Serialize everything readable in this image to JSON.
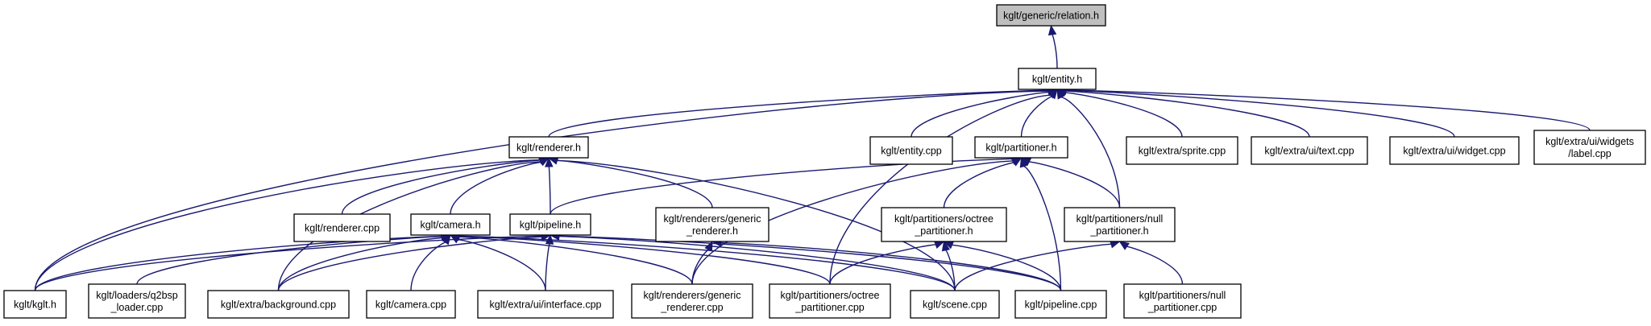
{
  "graph": {
    "edge_color": "#191970",
    "root_fill": "#bfbfbf",
    "nodes": [
      {
        "id": "relation",
        "label": [
          "kglt/generic/relation.h"
        ],
        "root": true
      },
      {
        "id": "entity",
        "label": [
          "kglt/entity.h"
        ]
      },
      {
        "id": "renderer",
        "label": [
          "kglt/renderer.h"
        ]
      },
      {
        "id": "entity_cpp",
        "label": [
          "kglt/entity.cpp"
        ]
      },
      {
        "id": "partitioner",
        "label": [
          "kglt/partitioner.h"
        ]
      },
      {
        "id": "sprite_cpp",
        "label": [
          "kglt/extra/sprite.cpp"
        ]
      },
      {
        "id": "text_cpp",
        "label": [
          "kglt/extra/ui/text.cpp"
        ]
      },
      {
        "id": "widget_cpp",
        "label": [
          "kglt/extra/ui/widget.cpp"
        ]
      },
      {
        "id": "label_cpp",
        "label": [
          "kglt/extra/ui/widgets",
          "/label.cpp"
        ]
      },
      {
        "id": "renderer_cpp",
        "label": [
          "kglt/renderer.cpp"
        ]
      },
      {
        "id": "camera",
        "label": [
          "kglt/camera.h"
        ]
      },
      {
        "id": "pipeline",
        "label": [
          "kglt/pipeline.h"
        ]
      },
      {
        "id": "generic_renderer_h",
        "label": [
          "kglt/renderers/generic",
          "_renderer.h"
        ]
      },
      {
        "id": "octree_h",
        "label": [
          "kglt/partitioners/octree",
          "_partitioner.h"
        ]
      },
      {
        "id": "null_h",
        "label": [
          "kglt/partitioners/null",
          "_partitioner.h"
        ]
      },
      {
        "id": "kglt_h",
        "label": [
          "kglt/kglt.h"
        ]
      },
      {
        "id": "q2bsp",
        "label": [
          "kglt/loaders/q2bsp",
          "_loader.cpp"
        ]
      },
      {
        "id": "background",
        "label": [
          "kglt/extra/background.cpp"
        ]
      },
      {
        "id": "camera_cpp",
        "label": [
          "kglt/camera.cpp"
        ]
      },
      {
        "id": "interface_cpp",
        "label": [
          "kglt/extra/ui/interface.cpp"
        ]
      },
      {
        "id": "generic_renderer_cpp",
        "label": [
          "kglt/renderers/generic",
          "_renderer.cpp"
        ]
      },
      {
        "id": "octree_cpp",
        "label": [
          "kglt/partitioners/octree",
          "_partitioner.cpp"
        ]
      },
      {
        "id": "scene_cpp",
        "label": [
          "kglt/scene.cpp"
        ]
      },
      {
        "id": "pipeline_cpp",
        "label": [
          "kglt/pipeline.cpp"
        ]
      },
      {
        "id": "null_cpp",
        "label": [
          "kglt/partitioners/null",
          "_partitioner.cpp"
        ]
      }
    ],
    "edges": [
      [
        "relation",
        "entity"
      ],
      [
        "entity",
        "renderer"
      ],
      [
        "entity",
        "entity_cpp"
      ],
      [
        "entity",
        "partitioner"
      ],
      [
        "entity",
        "sprite_cpp"
      ],
      [
        "entity",
        "text_cpp"
      ],
      [
        "entity",
        "widget_cpp"
      ],
      [
        "entity",
        "label_cpp"
      ],
      [
        "entity",
        "kglt_h"
      ],
      [
        "entity",
        "octree_cpp"
      ],
      [
        "entity",
        "null_h"
      ],
      [
        "renderer",
        "renderer_cpp"
      ],
      [
        "renderer",
        "camera"
      ],
      [
        "renderer",
        "pipeline"
      ],
      [
        "renderer",
        "generic_renderer_h"
      ],
      [
        "renderer",
        "kglt_h"
      ],
      [
        "renderer",
        "background"
      ],
      [
        "renderer",
        "scene_cpp"
      ],
      [
        "partitioner",
        "pipeline"
      ],
      [
        "partitioner",
        "octree_h"
      ],
      [
        "partitioner",
        "null_h"
      ],
      [
        "partitioner",
        "generic_renderer_cpp"
      ],
      [
        "partitioner",
        "pipeline_cpp"
      ],
      [
        "camera",
        "kglt_h"
      ],
      [
        "camera",
        "q2bsp"
      ],
      [
        "camera",
        "background"
      ],
      [
        "camera",
        "camera_cpp"
      ],
      [
        "camera",
        "interface_cpp"
      ],
      [
        "camera",
        "generic_renderer_cpp"
      ],
      [
        "camera",
        "octree_cpp"
      ],
      [
        "camera",
        "scene_cpp"
      ],
      [
        "pipeline",
        "kglt_h"
      ],
      [
        "pipeline",
        "background"
      ],
      [
        "pipeline",
        "interface_cpp"
      ],
      [
        "pipeline",
        "scene_cpp"
      ],
      [
        "pipeline",
        "pipeline_cpp"
      ],
      [
        "generic_renderer_h",
        "generic_renderer_cpp"
      ],
      [
        "generic_renderer_h",
        "pipeline_cpp"
      ],
      [
        "octree_h",
        "octree_cpp"
      ],
      [
        "octree_h",
        "scene_cpp"
      ],
      [
        "octree_h",
        "pipeline_cpp"
      ],
      [
        "null_h",
        "scene_cpp"
      ],
      [
        "null_h",
        "null_cpp"
      ]
    ]
  }
}
